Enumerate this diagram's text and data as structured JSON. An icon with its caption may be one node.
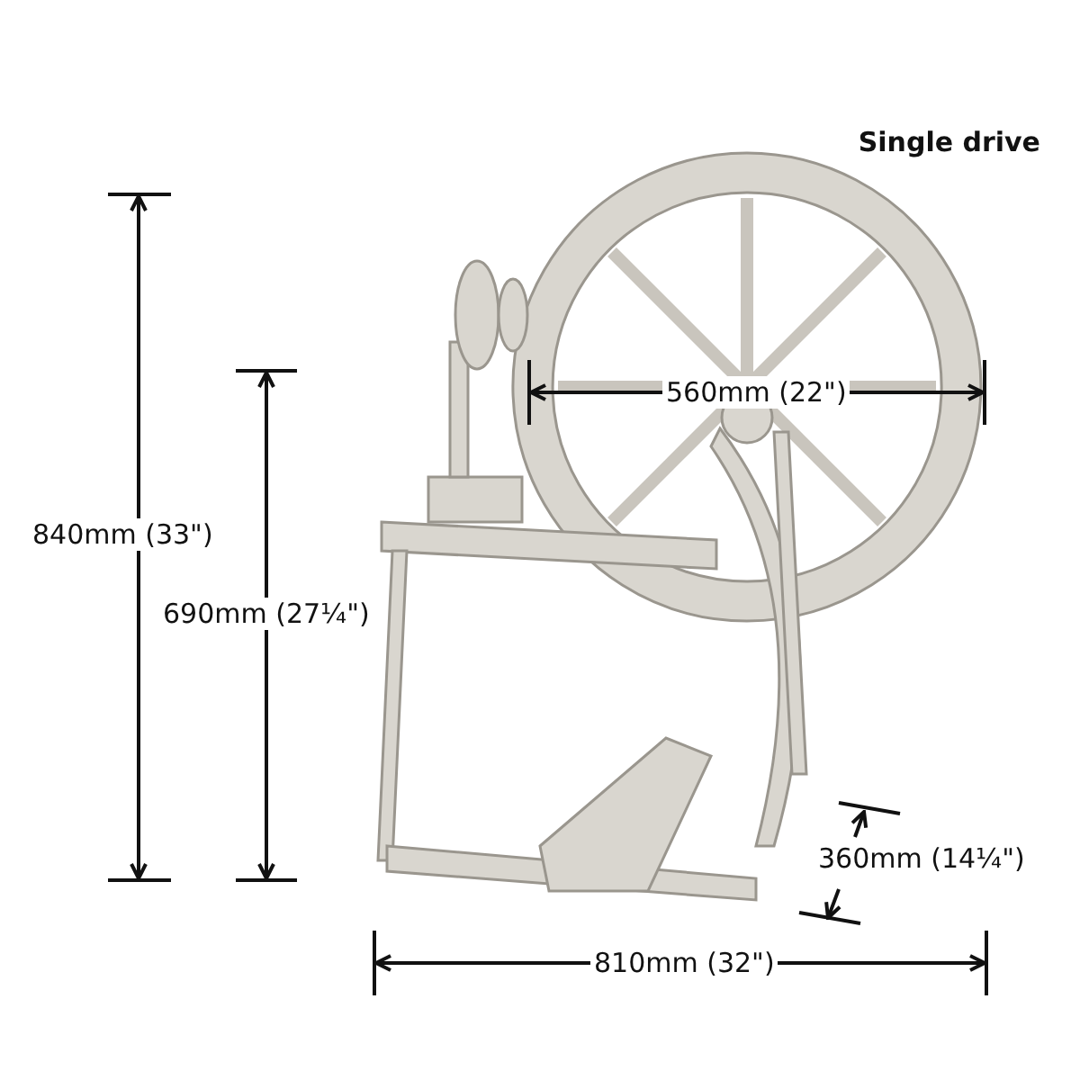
{
  "diagram": {
    "title": "Single drive",
    "labels": [
      "560mm (22\")",
      "840mm (33\")",
      "690mm (27¼\")",
      "360mm (14¼\")",
      "810mm (32\")"
    ]
  }
}
